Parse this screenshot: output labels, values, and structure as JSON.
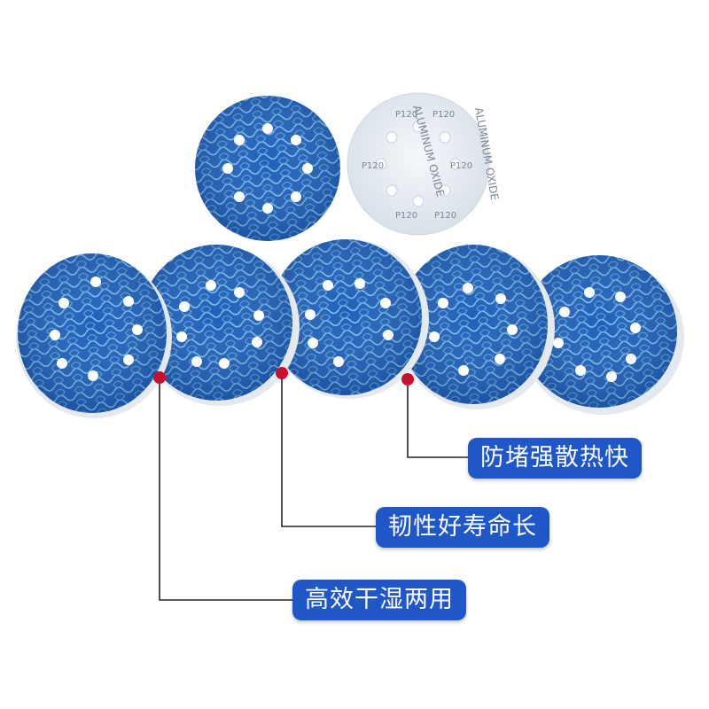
{
  "colors": {
    "disc_blue": "#1f5fb8",
    "disc_mesh": "#7fc3ee",
    "back_white": "#e9eef3",
    "callout_bg": "#1f57c9",
    "callout_text": "#ffffff",
    "marker_red": "#c8102e",
    "leader_line": "#222222"
  },
  "back_disc_print": {
    "grade": "P120",
    "material": "ALUMINUM OXIDE"
  },
  "features": [
    {
      "label": "防堵强散热快"
    },
    {
      "label": "韧性好寿命长"
    },
    {
      "label": "高效干湿两用"
    }
  ]
}
